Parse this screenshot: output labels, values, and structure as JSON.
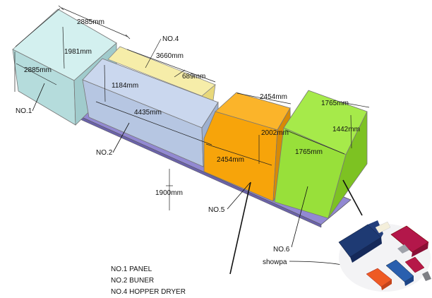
{
  "dimensions": {
    "no1_length": "2885mm",
    "no1_height": "1981mm",
    "no1_width": "2885mm",
    "no4_label": "NO.4",
    "no4_length": "3660mm",
    "no4_width": "689mm",
    "no2_height": "1184mm",
    "no2_length": "4435mm",
    "no2_depth": "1900mm",
    "no5_length": "2454mm",
    "no5_height": "2002mm",
    "no5_width": "2454mm",
    "no6_top": "1765mm",
    "no6_height": "1442mm",
    "no6_width": "1765mm"
  },
  "callouts": {
    "no1": "NO.1",
    "no2": "NO.2",
    "no5": "NO.5",
    "no6": "NO.6",
    "showpa": "showpa"
  },
  "legend": [
    "NO.1 PANEL",
    "NO.2 BUNER",
    "NO.4 HOPPER DRYER"
  ],
  "colors": {
    "base": "#8e84cf",
    "no1": "#b9e1e1",
    "no2": "#b9cbe6",
    "no4": "#f3e79b",
    "no5": "#f8a50c",
    "no6": "#98e43a"
  }
}
